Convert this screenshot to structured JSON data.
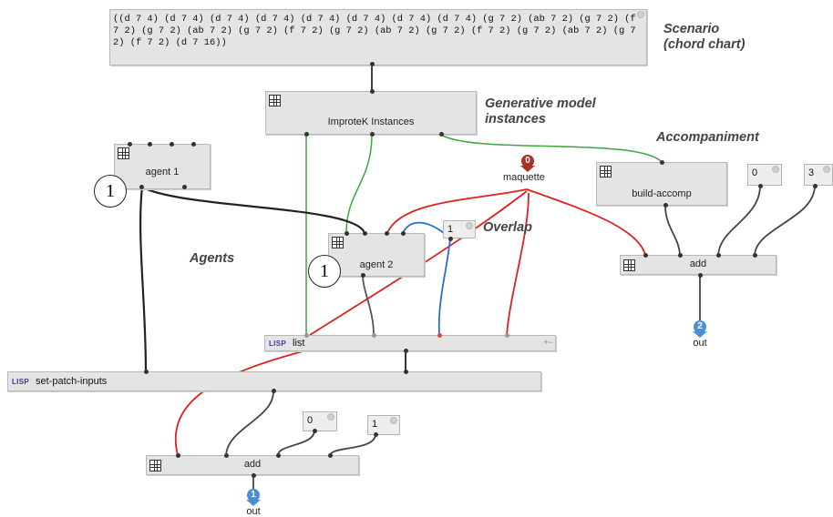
{
  "scenario": {
    "text": "((d 7 4) (d 7 4) (d 7 4) (d 7 4) (d 7 4) (d 7 4) (d 7 4) (d 7 4) (g 7 2) (ab 7 2) (g 7 2) (f 7 2) (g 7 2) (ab 7 2) (g 7 2) (f 7 2) (g 7 2) (ab 7 2) (g 7 2) (f 7 2) (g 7 2) (ab 7 2) (g 7 2) (f 7 2) (d 7 16))",
    "label_line1": "Scenario",
    "label_line2": "(chord chart)"
  },
  "generative": {
    "box_label": "ImproteK Instances",
    "label_line1": "Generative model",
    "label_line2": "instances"
  },
  "agent1": {
    "label": "agent 1",
    "marker": "1"
  },
  "agent2": {
    "label": "agent 2",
    "marker": "1"
  },
  "agents_label": "Agents",
  "overlap_label": "Overlap",
  "accompaniment_label": "Accompaniment",
  "maquette": {
    "label": "maquette",
    "index": "0"
  },
  "build_accomp": {
    "label": "build-accomp"
  },
  "add_right": {
    "label": "add"
  },
  "add_bottom": {
    "label": "add"
  },
  "list_box": {
    "tag": "LISP",
    "label": "list"
  },
  "set_patch": {
    "tag": "LISP",
    "label": "set-patch-inputs"
  },
  "constants": {
    "c_agent2": "1",
    "c_right_a": "0",
    "c_right_b": "3",
    "c_bottom_a": "0",
    "c_bottom_b": "1"
  },
  "outputs": {
    "out_right": {
      "num": "2",
      "label": "out"
    },
    "out_bottom": {
      "num": "1",
      "label": "out"
    }
  },
  "colors": {
    "black_wire": "#222222",
    "green_wire": "#3aa83a",
    "red_wire": "#e02020",
    "blue_wire": "#2a6fd0",
    "grey_wire": "#555555"
  }
}
